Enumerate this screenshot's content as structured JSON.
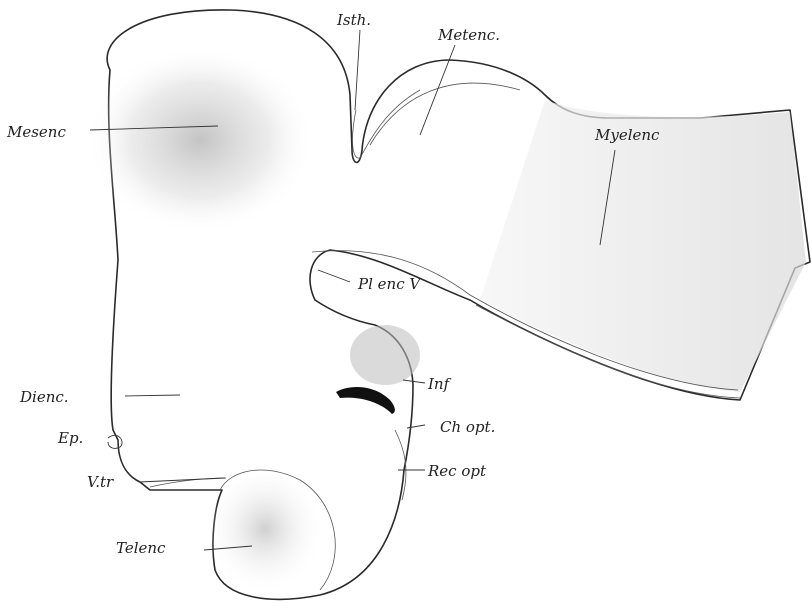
{
  "labels": {
    "isth": "Isth.",
    "metenc": "Metenc.",
    "mesenc": "Mesenc",
    "myelenc": "Myelenc",
    "pl_enc_v": "Pl enc V",
    "inf": "Inf",
    "dienc": "Dienc.",
    "ep": "Ep.",
    "ch_opt": "Ch opt.",
    "v_tr": "V.tr",
    "rec_opt": "Rec opt",
    "telenc": "Telenc"
  }
}
